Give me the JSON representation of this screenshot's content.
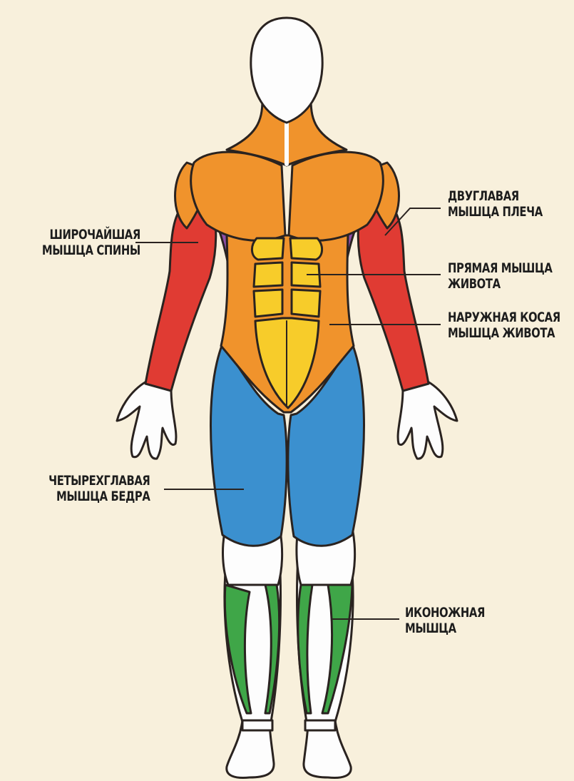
{
  "labels": {
    "latissimus": {
      "line1": "ШИРОЧАЙШАЯ",
      "line2": "МЫШЦА СПИНЫ"
    },
    "biceps": {
      "line1": "ДВУГЛАВАЯ",
      "line2": "МЫШЦА ПЛЕЧА"
    },
    "rectus_abdominis": {
      "line1": "ПРЯМАЯ МЫШЦА",
      "line2": "ЖИВОТА"
    },
    "external_oblique": {
      "line1": "НАРУЖНАЯ КОСАЯ",
      "line2": "МЫШЦА ЖИВОТА"
    },
    "quadriceps": {
      "line1": "ЧЕТЫРЕХГЛАВАЯ",
      "line2": "МЫШЦА БЕДРА"
    },
    "calf": {
      "line1": "ИКОНОЖНАЯ",
      "line2": "МЫШЦА"
    }
  },
  "colors": {
    "background": "#f8f0dc",
    "skin": "#fdfdfd",
    "outline": "#2a2320",
    "chest_shoulders": "#f0932c",
    "arms": "#e03b33",
    "latissimus": "#8e4ea8",
    "abs": "#f7cc2a",
    "thighs": "#3b90cf",
    "calves": "#3fa648"
  }
}
